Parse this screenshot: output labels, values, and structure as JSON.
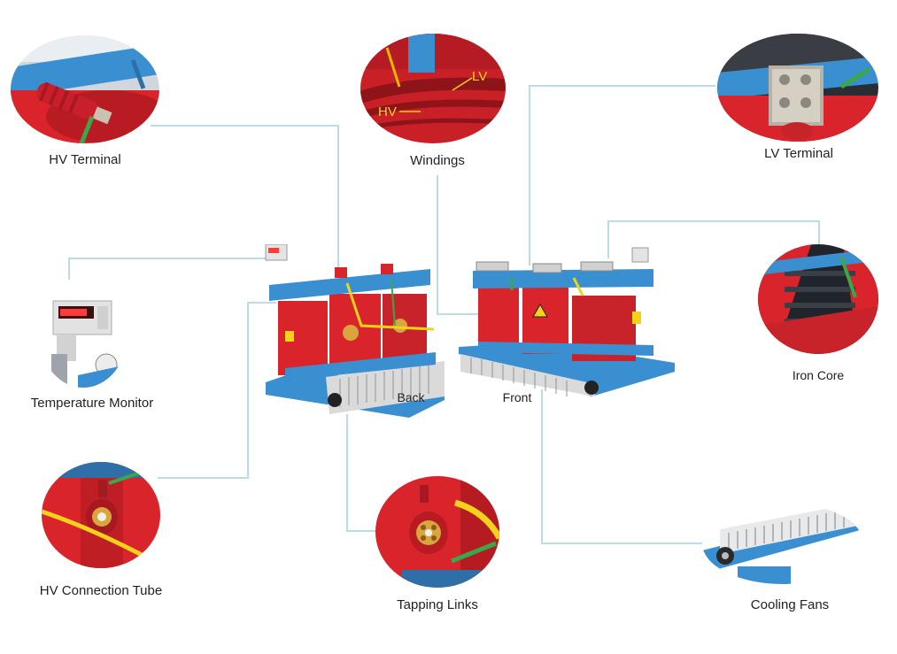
{
  "components": {
    "hv_terminal": "HV Terminal",
    "windings": "Windings",
    "lv_terminal": "LV Terminal",
    "temperature_monitor": "Temperature Monitor",
    "iron_core": "Iron Core",
    "hv_connection_tube": "HV Connection Tube",
    "tapping_links": "Tapping Links",
    "cooling_fans": "Cooling Fans"
  },
  "windings_detail": {
    "lv": "LV",
    "hv": "HV"
  },
  "views": {
    "back": "Back",
    "front": "Front"
  },
  "colors": {
    "coil_red": "#d8242a",
    "frame_blue": "#3a8fd0",
    "connector_line": "#b9dde3",
    "wire_yellow": "#f2d21a",
    "wire_green": "#3aa84a"
  }
}
